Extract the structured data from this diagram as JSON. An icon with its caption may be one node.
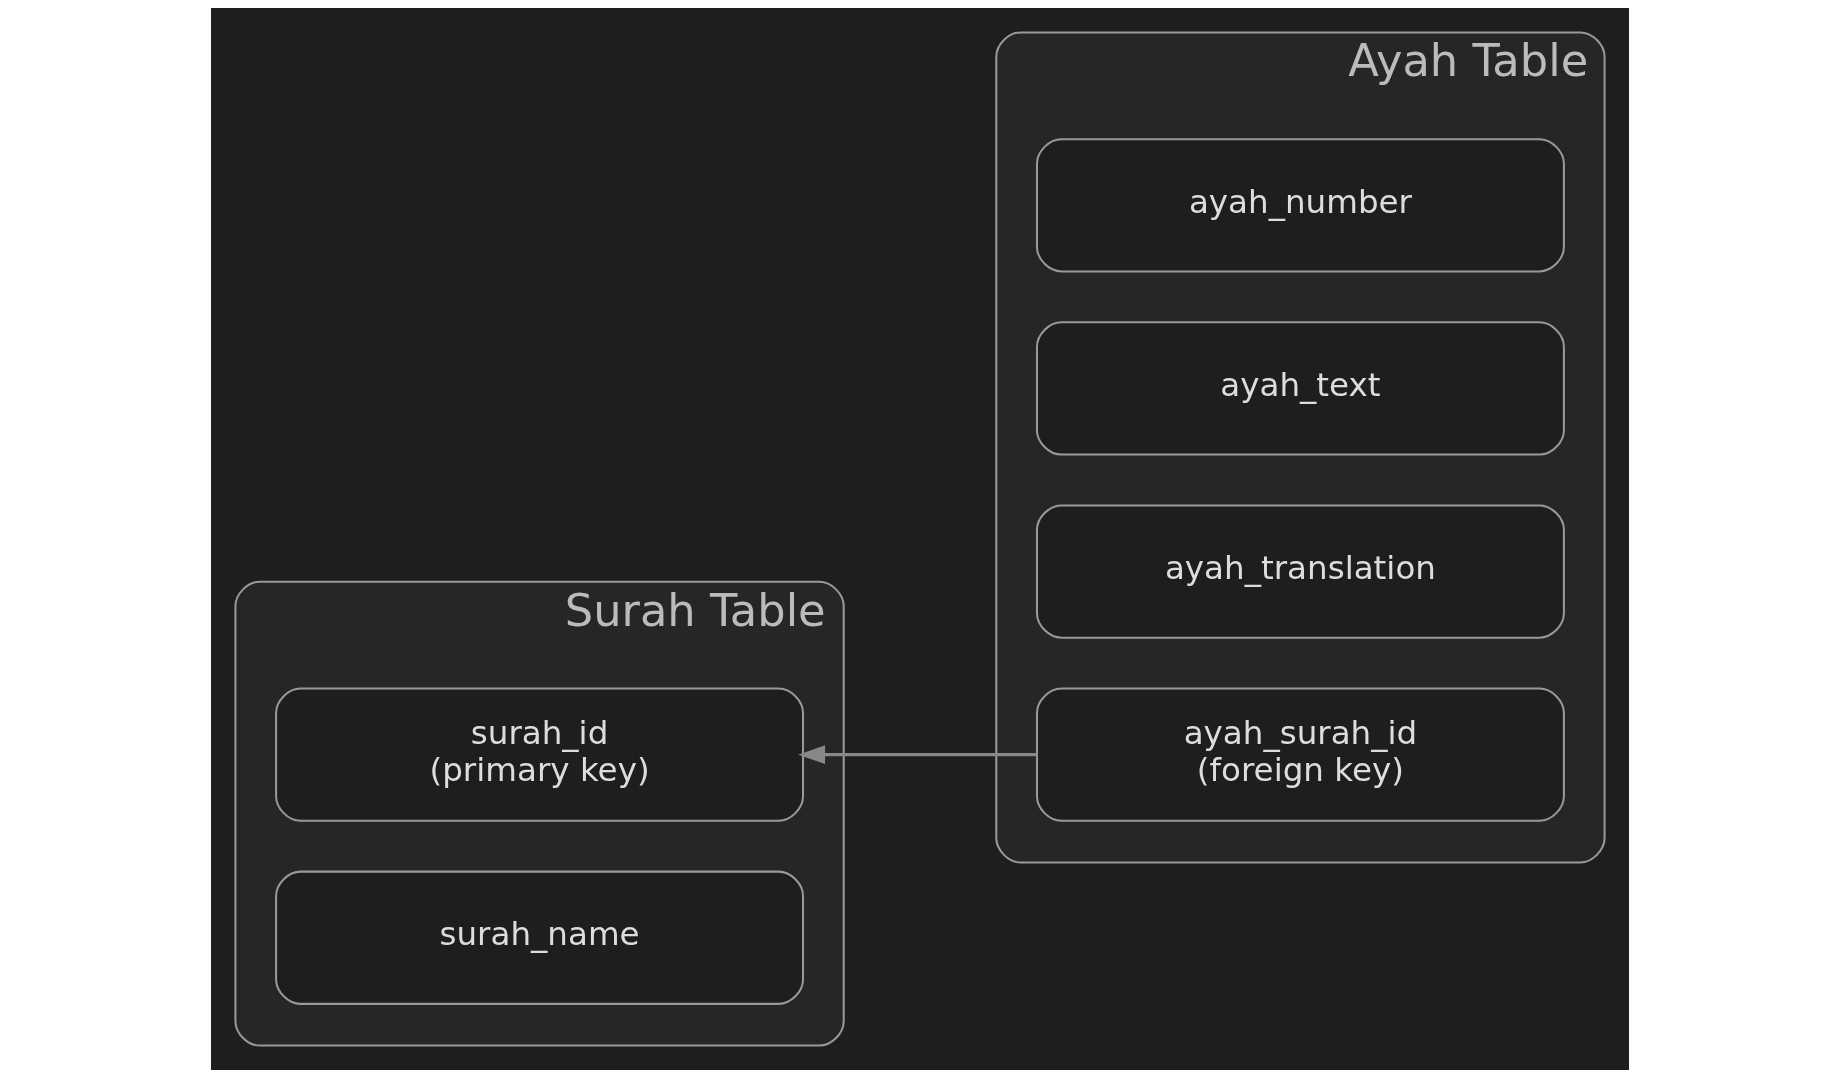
{
  "diagram": {
    "nodes": [
      {
        "text": [
          "Surah Table"
        ]
      },
      {
        "text": [
          "surah_id",
          "(primary key)"
        ],
        "in": 0
      },
      {
        "text": [
          "surah_name"
        ],
        "in": 0
      },
      {
        "text": [
          "Ayah Table"
        ]
      },
      {
        "text": [
          "ayah_number"
        ],
        "in": 3
      },
      {
        "text": [
          "ayah_text"
        ],
        "in": 3
      },
      {
        "text": [
          "ayah_translation"
        ],
        "in": 3
      },
      {
        "text": [
          "ayah_surah_id",
          "(foreign key)"
        ],
        "in": 3
      }
    ],
    "edges": [
      {
        "from": 7,
        "to": 1,
        "arrow": "to"
      }
    ]
  }
}
